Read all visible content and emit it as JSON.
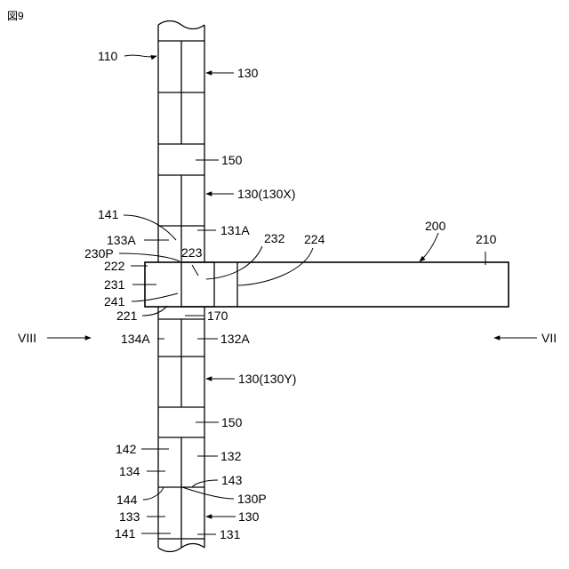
{
  "figure": {
    "title": "図9"
  },
  "labels": {
    "l110": "110",
    "l130_top": "130",
    "l150_top": "150",
    "l130x": "130(130X)",
    "l141_top": "141",
    "l131a": "131A",
    "l133a": "133A",
    "l230p": "230P",
    "l223": "223",
    "l232": "232",
    "l224": "224",
    "l200": "200",
    "l210": "210",
    "l222": "222",
    "l231": "231",
    "l241": "241",
    "l221": "221",
    "l170": "170",
    "l_viii": "VIII",
    "l134a": "134A",
    "l132a": "132A",
    "l_vii": "VII",
    "l130y": "130(130Y)",
    "l150_bot": "150",
    "l142": "142",
    "l132": "132",
    "l134": "134",
    "l143": "143",
    "l144": "144",
    "l130p": "130P",
    "l133": "133",
    "l130_bot": "130",
    "l141_bot": "141",
    "l131": "131"
  }
}
